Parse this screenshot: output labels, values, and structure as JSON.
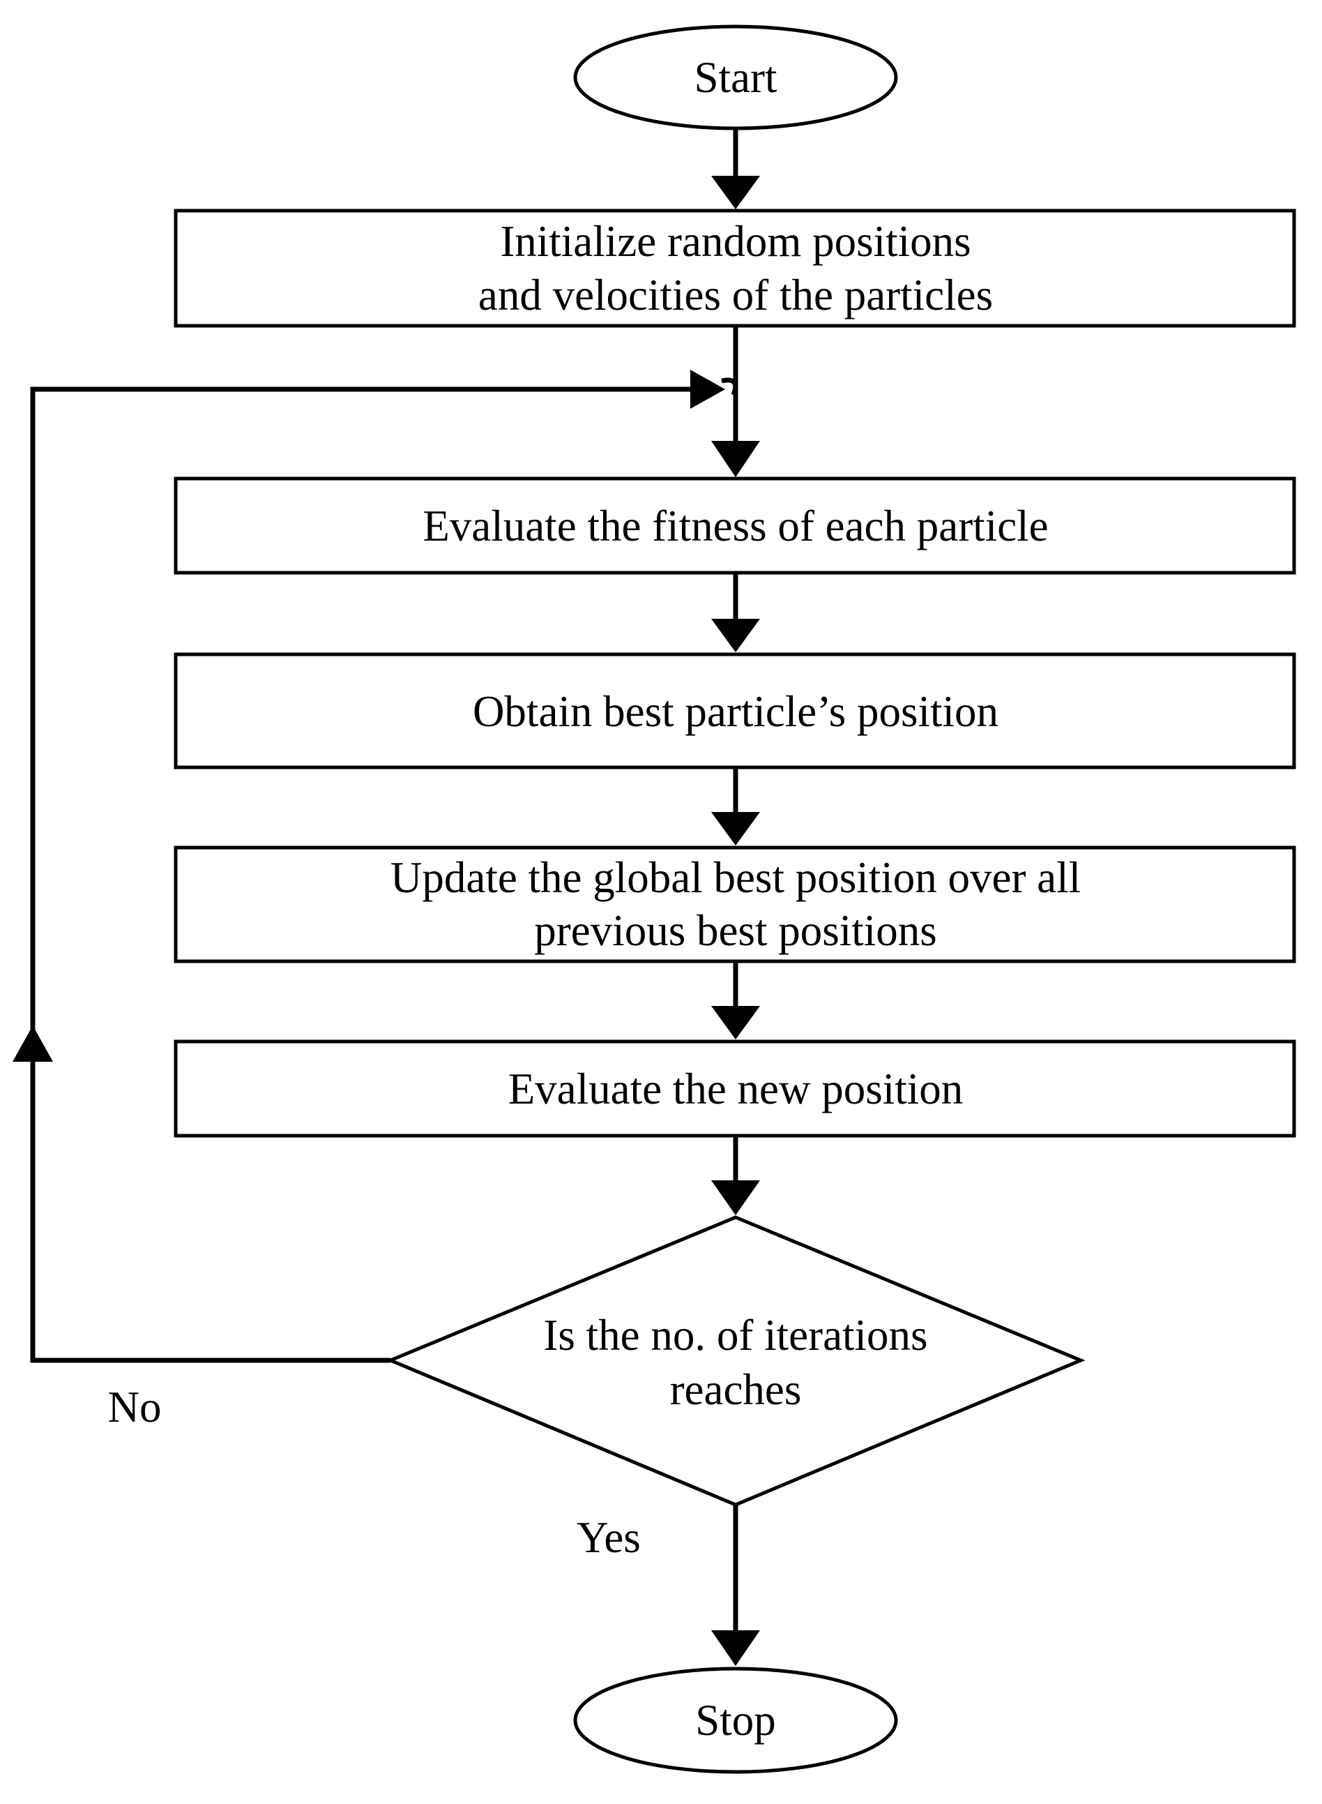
{
  "nodes": {
    "start": {
      "text": "Start"
    },
    "init": {
      "lines": [
        "Initialize random positions",
        "and velocities of the particles"
      ]
    },
    "fitness": {
      "text": "Evaluate the fitness of each particle"
    },
    "best": {
      "text": "Obtain best particle’s position"
    },
    "update": {
      "lines": [
        "Update the global best position over all",
        "previous best positions"
      ]
    },
    "evaluate": {
      "text": "Evaluate the new position"
    },
    "decision": {
      "lines": [
        "Is the no. of iterations",
        "reaches"
      ]
    },
    "stop": {
      "text": "Stop"
    }
  },
  "edges": {
    "no_label": "No",
    "yes_label": "Yes"
  },
  "colors": {
    "stroke": "#000000",
    "background": "#ffffff"
  }
}
